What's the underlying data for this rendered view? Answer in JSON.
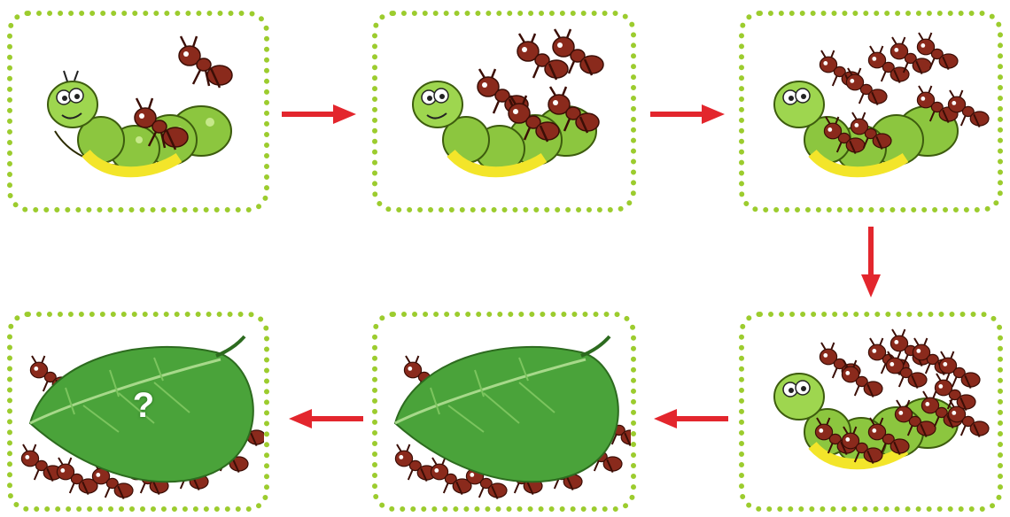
{
  "puzzle": {
    "steps": [
      {
        "id": 1,
        "scene": "caterpillar",
        "ant_count": 2
      },
      {
        "id": 2,
        "scene": "caterpillar",
        "ant_count": 5
      },
      {
        "id": 3,
        "scene": "caterpillar",
        "ant_count": 9
      },
      {
        "id": 4,
        "scene": "caterpillar",
        "ant_count": 14
      },
      {
        "id": 5,
        "scene": "leaf"
      },
      {
        "id": 6,
        "scene": "leaf"
      }
    ],
    "answer_placeholder": "?",
    "colors": {
      "border": "#9ccc2e",
      "arrow": "#e3262d",
      "ant": "#8a2a1c",
      "caterpillar": "#8cc63f",
      "caterpillar_belly": "#f3e52a",
      "leaf": "#4aa33a"
    },
    "icons": [
      "ant-icon",
      "caterpillar-icon",
      "leaf-icon",
      "arrow-icon"
    ]
  }
}
